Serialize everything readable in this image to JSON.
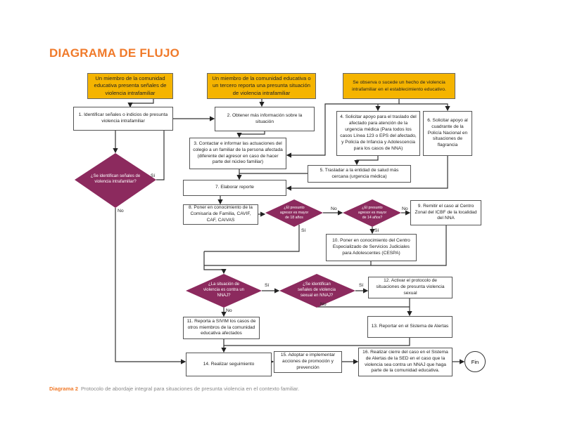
{
  "title": "DIAGRAMA DE FLUJO",
  "colors": {
    "title": "#f07a2a",
    "start_box": "#f5b400",
    "decision": "#8c2a5e"
  },
  "starts": {
    "s1": "Un miembro de la comunidad educativa presenta señales de violencia intrafamiliar",
    "s2": "Un miembro de la comunidad educativa o un tercero reporta una presunta situación de violencia intrafamiliar",
    "s3": "Se observa o sucede un hecho de violencia intrafamiliar en el establecimiento educativo."
  },
  "steps": {
    "p1": "1. Identificar señales o indicios de presunta violencia intrafamiliar",
    "p2": "2. Obtener más información sobre la situación",
    "p3": "3. Contactar e informar las actuaciones del colegio a un familiar de la persona afectada (diferente del agresor en caso de hacer parte del núcleo familiar)",
    "p4": "4. Solicitar apoyo para el traslado del afectado para atención de la urgencia médica (Para todos los casos Línea 123 o EPS del afectado, y Policía de Infancia y Adolescencia para los casos de NNA)",
    "p5": "5. Trasladar a la entidad de salud más cercana (urgencia médica)",
    "p6": "6. Solicitar apoyo al cuadrante de la Policía Nacional en situaciones de flagrancia",
    "p7": "7. Elaborar reporte",
    "p8": "8. Poner en conocimiento de la Comisaría de Familia, CAVIF, CAF, CAIVAS",
    "p9": "9. Remitir el caso al Centro Zonal del ICBF de la localidad del NNA",
    "p10": "10. Poner en conocimiento del Centro Especializado de Servicios Judiciales para Adolescentes (CESPA)",
    "p11": "11. Reporta a SIVIM los casos de otros miembros de la comunidad educativa afectados",
    "p12": "12. Activar el protocolo de situaciones de presunta violencia sexual",
    "p13": "13. Reportar en el Sistema de Alertas",
    "p14": "14. Realizar seguimiento",
    "p15": "15. Adoptar e implementar acciones de promoción y prevención",
    "p16": "16. Realizar cierre del caso en el Sistema de Alertas de la SED en el caso que la violencia sea contra un NNAJ que haga parte de la comunidad educativa.",
    "end": "Fin"
  },
  "decisions": {
    "dA": "¿Se identifican señales de violencia intrafamiliar?",
    "dB": "¿El presunto agresor es mayor de 18 años",
    "dC": "¿El presunto agresor es mayor de 14 años?",
    "dD": "¿La situación de violencia es contra un NNAJ?",
    "dE": "¿Se identifican señales de violencia sexual en NNAJ?"
  },
  "labels": {
    "yes": "Sí",
    "no": "No"
  },
  "caption": {
    "label": "Diagrama 2",
    "text": "Protocolo de abordaje integral para situaciones de presunta violencia en el contexto familiar."
  }
}
